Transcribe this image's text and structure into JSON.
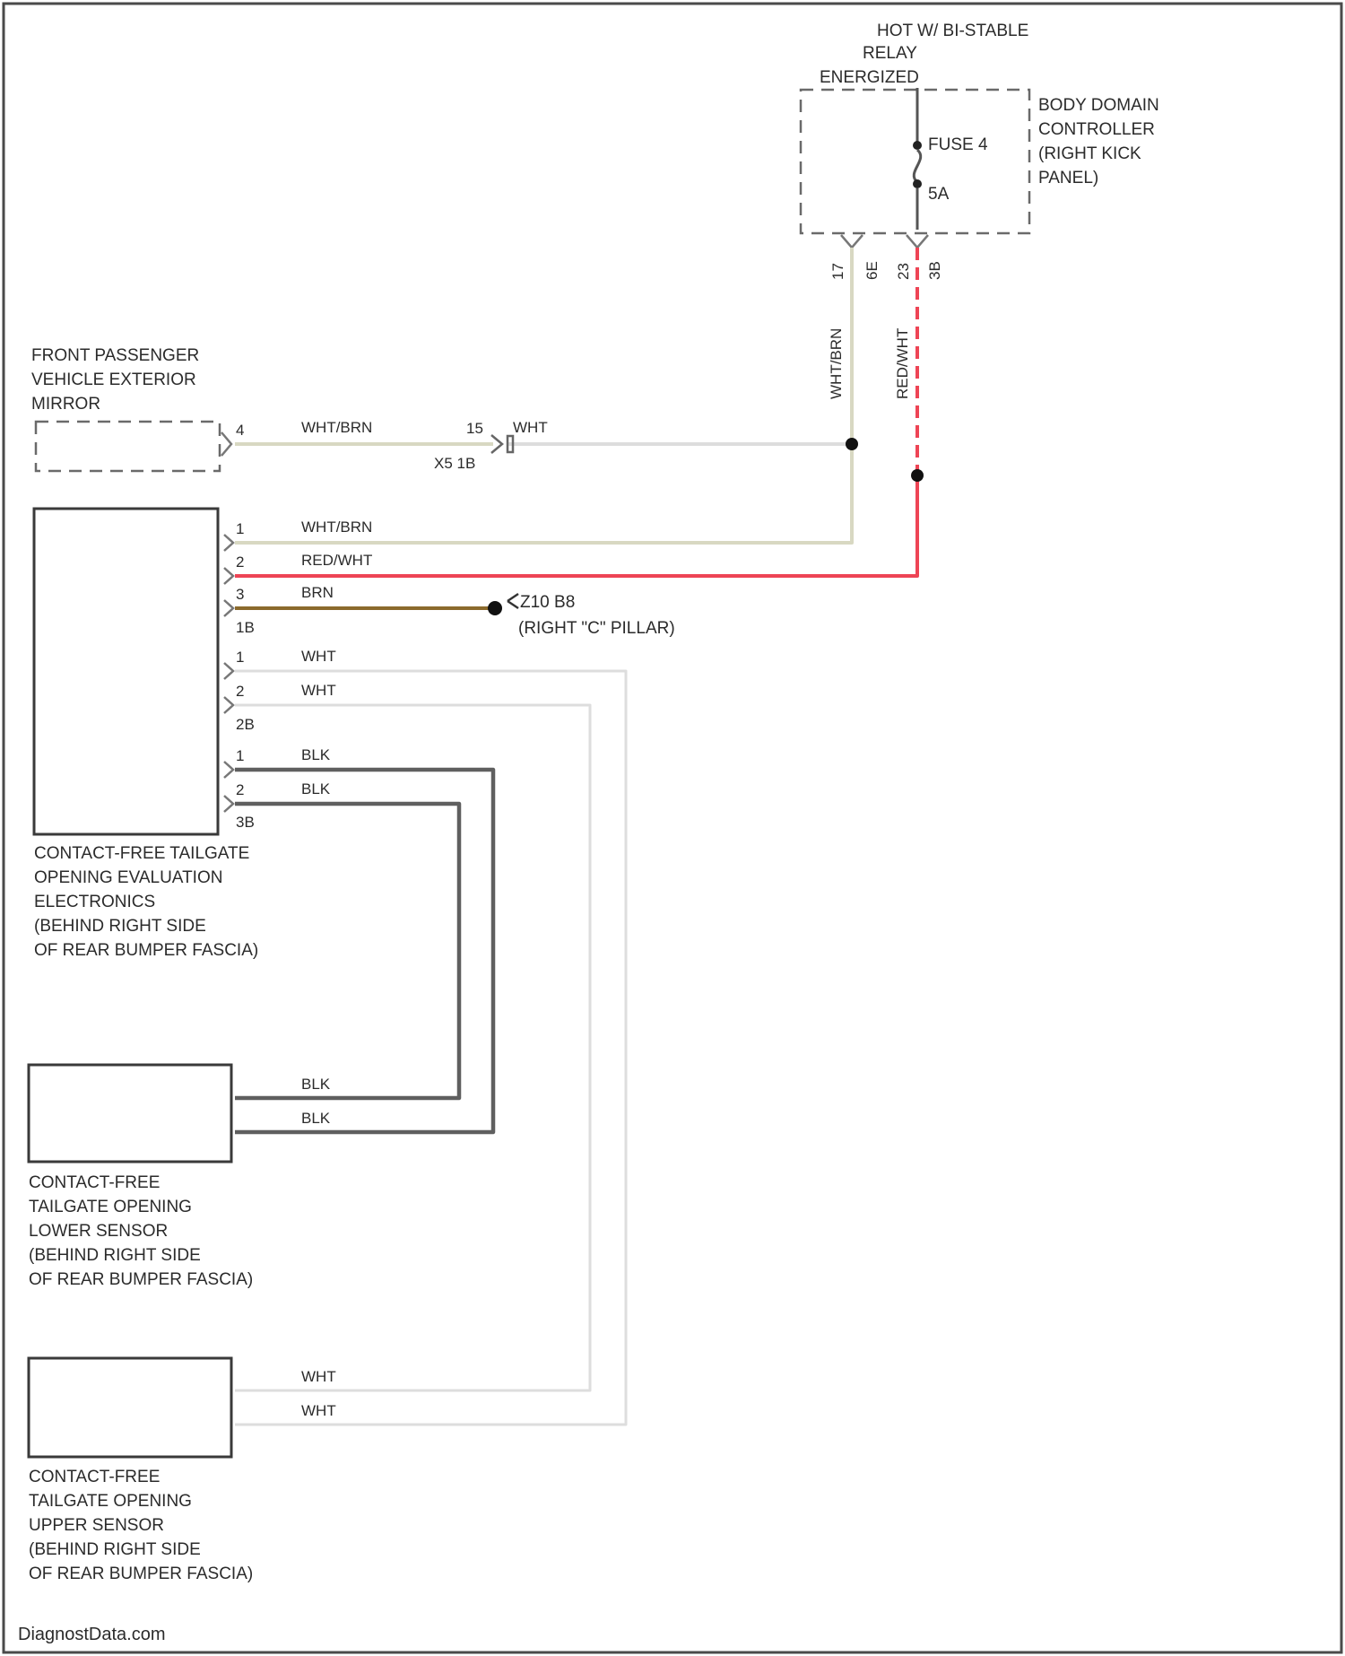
{
  "colors": {
    "wht_brn": "#d8d8c2",
    "red_wht": "#ee4455",
    "brn": "#8b6a2c",
    "wht": "#dddddd",
    "blk": "#5f5f5f",
    "outline": "#3a3a3a"
  },
  "components": {
    "bdc": {
      "hot_label": [
        "HOT W/ BI-STABLE",
        "RELAY",
        "ENERGIZED"
      ],
      "name": [
        "BODY DOMAIN",
        "CONTROLLER",
        "(RIGHT KICK",
        "PANEL)"
      ],
      "fuse": "FUSE 4",
      "fuse_rating": "5A",
      "pins": {
        "p1": "17",
        "c1": "6E",
        "p2": "23",
        "c2": "3B"
      },
      "wires": {
        "left": "WHT/BRN",
        "right": "RED/WHT"
      }
    },
    "mirror": {
      "name": [
        "FRONT PASSENGER",
        "VEHICLE EXTERIOR",
        "MIRROR"
      ],
      "pin": "4",
      "wire": "WHT/BRN"
    },
    "inline_connector": {
      "pin": "15",
      "id": "X5 1B",
      "wire_right": "WHT"
    },
    "evaluation": {
      "name": [
        "CONTACT-FREE TAILGATE",
        "OPENING EVALUATION",
        "ELECTRONICS",
        "(BEHIND RIGHT SIDE",
        "OF REAR BUMPER FASCIA)"
      ],
      "connector_groups": [
        "1B",
        "2B",
        "3B"
      ],
      "pins": [
        {
          "pin": "1",
          "wire": "WHT/BRN"
        },
        {
          "pin": "2",
          "wire": "RED/WHT"
        },
        {
          "pin": "3",
          "wire": "BRN"
        },
        {
          "pin": "1",
          "wire": "WHT"
        },
        {
          "pin": "2",
          "wire": "WHT"
        },
        {
          "pin": "1",
          "wire": "BLK"
        },
        {
          "pin": "2",
          "wire": "BLK"
        }
      ]
    },
    "ground": {
      "id": "Z10 B8",
      "location": "(RIGHT \"C\" PILLAR)"
    },
    "lower_sensor": {
      "name": [
        "CONTACT-FREE",
        "TAILGATE OPENING",
        "LOWER SENSOR",
        "(BEHIND RIGHT SIDE",
        "OF REAR BUMPER FASCIA)"
      ],
      "wires": [
        "BLK",
        "BLK"
      ]
    },
    "upper_sensor": {
      "name": [
        "CONTACT-FREE",
        "TAILGATE OPENING",
        "UPPER SENSOR",
        "(BEHIND RIGHT SIDE",
        "OF REAR BUMPER FASCIA)"
      ],
      "wires": [
        "WHT",
        "WHT"
      ]
    }
  },
  "footer": "DiagnostData.com"
}
